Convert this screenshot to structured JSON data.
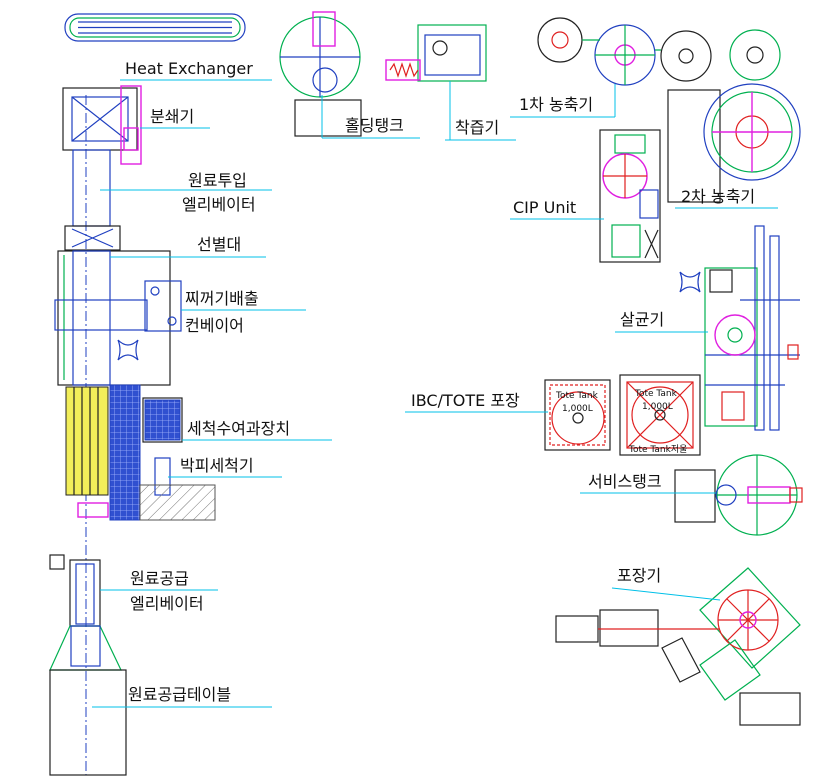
{
  "labels": {
    "heat_exchanger": "Heat Exchanger",
    "crusher": "분쇄기",
    "holding_tank": "홀딩탱크",
    "juicer": "착즙기",
    "first_concentrator": "1차 농축기",
    "feed_elevator_line1": "원료투입",
    "feed_elevator_line2": "엘리베이터",
    "cip_unit": "CIP Unit",
    "second_concentrator": "2차 농축기",
    "sorting_table": "선별대",
    "residue_conveyor_line1": "찌꺼기배출",
    "residue_conveyor_line2": "컨베이어",
    "sterilizer": "살균기",
    "ibc_tote": "IBC/TOTE 포장",
    "wash_water_filter": "세척수여과장치",
    "peeler_washer": "박피세척기",
    "service_tank": "서비스탱크",
    "supply_elevator_line1": "원료공급",
    "supply_elevator_line2": "엘리베이터",
    "packaging_machine": "포장기",
    "supply_table": "원료공급테이블"
  },
  "tote": {
    "name": "Tote Tank",
    "capacity": "1,000L",
    "scale_label": "Tote Tank저울"
  },
  "colors": {
    "leader": "#00c0e8",
    "blue": "#2040c0",
    "green": "#00b050",
    "magenta": "#e020e0",
    "red": "#e02020",
    "yellow": "#f2ee5a"
  }
}
